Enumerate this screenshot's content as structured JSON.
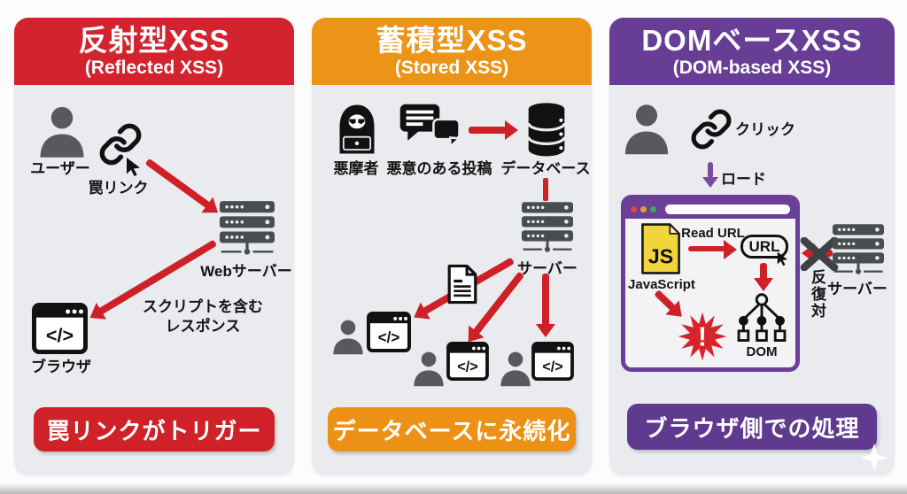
{
  "diagram_title": "XSS attack types comparison",
  "colors": {
    "red": "#d2232e",
    "orange": "#ec9418",
    "purple": "#673d96",
    "banner_red": "#cf2127",
    "banner_orange": "#ec9116",
    "banner_purple": "#5f3a8e",
    "card_bg": "#e9ebee",
    "arrow_red": "#ce2127",
    "arrow_purple": "#7a4a9e",
    "js_yellow": "#f2d53d",
    "icon_gray": "#58595b",
    "server_gray": "#4a4d50"
  },
  "icons": {
    "code_glyph": "</>",
    "js_glyph": "JS",
    "burst_glyph": "!"
  },
  "columns": [
    {
      "id": "reflected",
      "title": "反射型XSS",
      "subtitle": "(Reflected XSS)",
      "banner": "罠リンクがトリガー",
      "labels": {
        "user": "ユーザー",
        "trap_link": "罠リンク",
        "web_server": "Webサーバー",
        "response_line1": "スクリプトを含む",
        "response_line2": "レスポンス",
        "browser": "ブラウザ"
      }
    },
    {
      "id": "stored",
      "title": "蓄積型XSS",
      "subtitle": "(Stored XSS)",
      "banner": "データベースに永続化",
      "labels": {
        "attacker": "悪摩者",
        "malicious_post": "悪意のある投稿",
        "database": "データベース",
        "server": "サーバー"
      }
    },
    {
      "id": "dom_based",
      "title": "DOMベースXSS",
      "subtitle": "(DOM-based XSS)",
      "banner": "ブラウザ側での処理",
      "labels": {
        "click": "クリック",
        "load": "ロード",
        "javascript": "JavaScript",
        "read_url": "Read URL",
        "url": "URL",
        "dom": "DOM",
        "no_roundtrip": "反復対",
        "server": "サーバー"
      }
    }
  ]
}
